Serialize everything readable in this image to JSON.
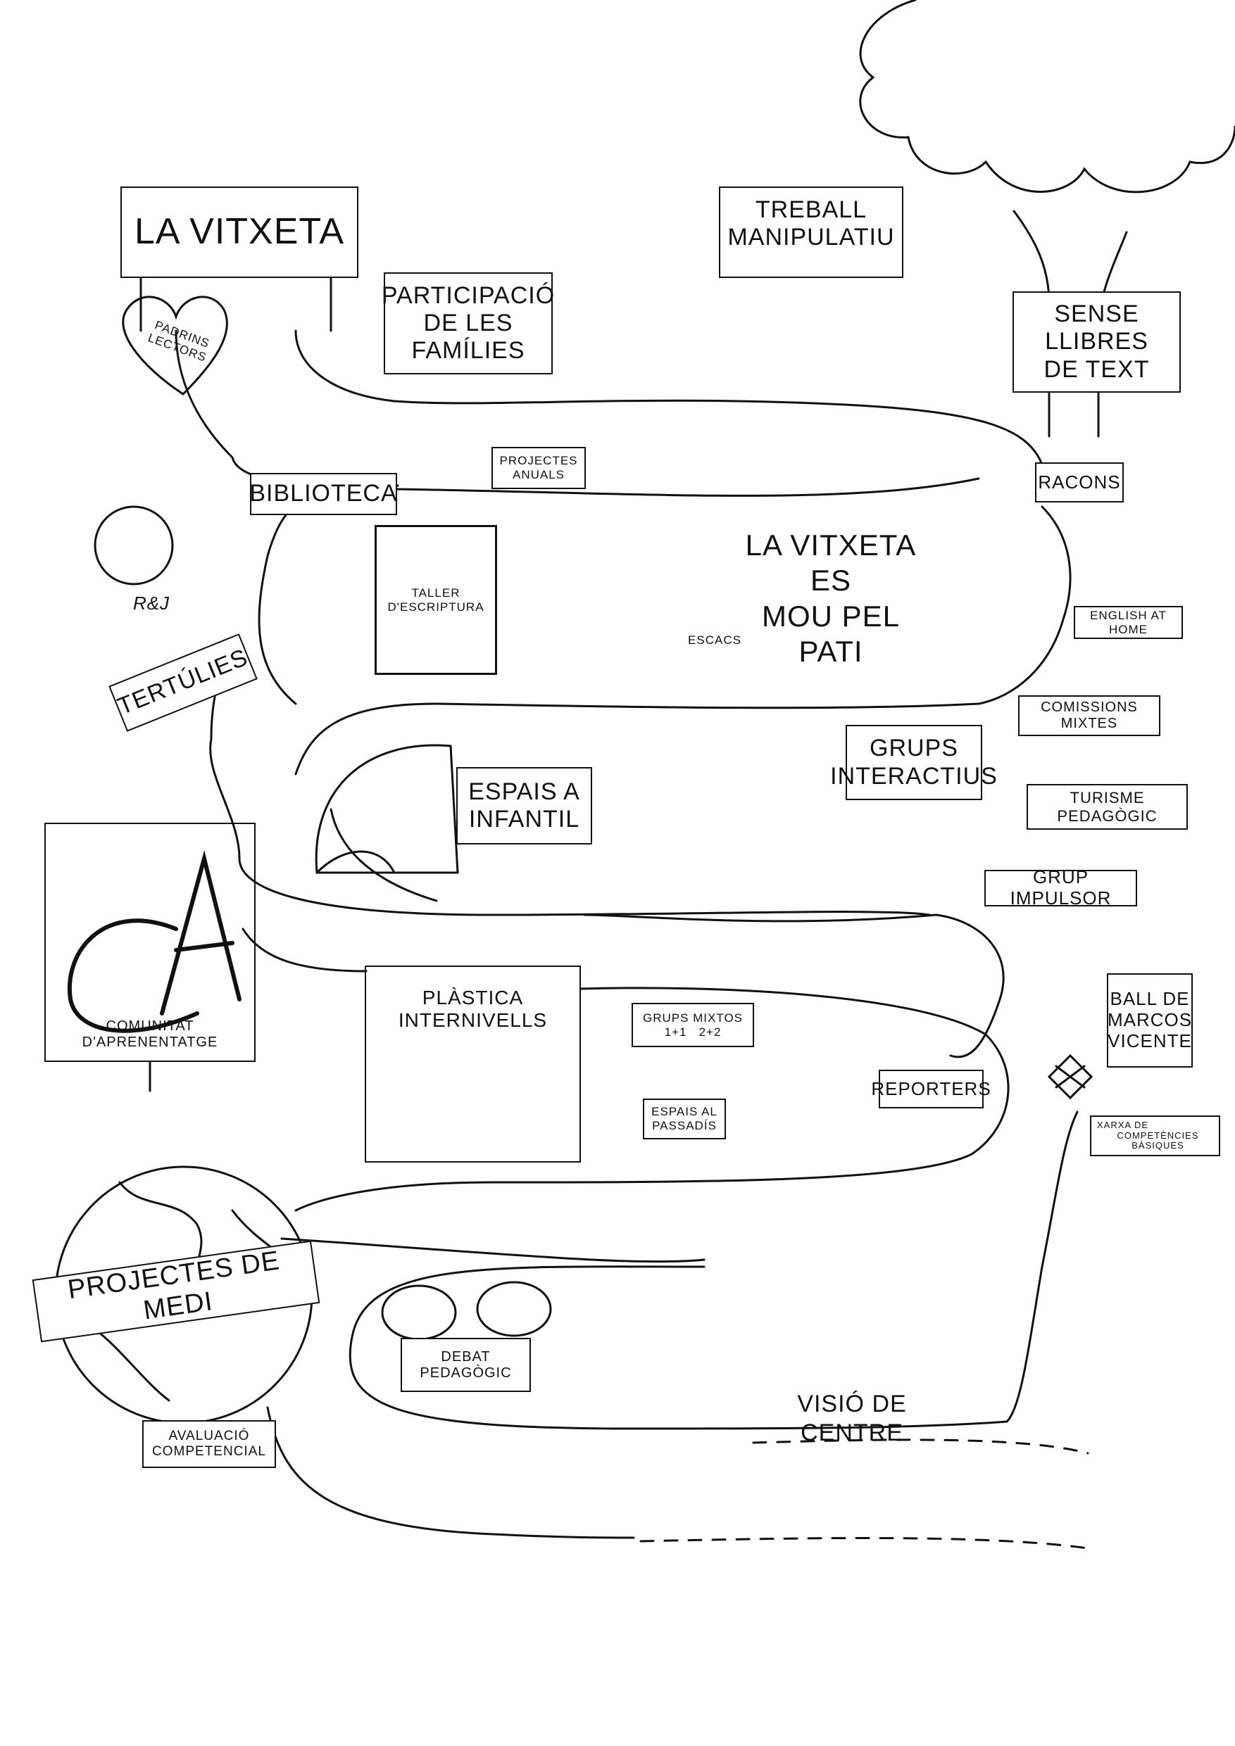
{
  "title": "LA VITXETA",
  "labels": {
    "participacio": [
      "PARTICIPACIÓ",
      "DE LES",
      "FAMÍLIES"
    ],
    "treball": [
      "TREBALL",
      "MANIPULATIU"
    ],
    "sense_llibres": [
      "SENSE LLIBRES",
      "DE TEXT"
    ],
    "padrins": [
      "PADRINS",
      "LECTORS"
    ],
    "biblioteca": "BIBLIOTECA",
    "projectes_anuals": [
      "PROJECTES",
      "ANUALS"
    ],
    "racons": "RACONS",
    "taller": [
      "TALLER",
      "D'ESCRIPTURA"
    ],
    "pati": [
      "LA VITXETA ES",
      "MOU PEL PATI"
    ],
    "escacs": "ESCACS",
    "english": "ENGLISH AT HOME",
    "tertulies": "TERTÚLIES",
    "rj": "R&J",
    "comissions": "COMISSIONS MIXTES",
    "grups_interactius": [
      "GRUPS",
      "INTERACTIUS"
    ],
    "turisme": "TURISME PEDAGÒGIC",
    "espais_infantil": [
      "ESPAIS A",
      "INFANTIL"
    ],
    "grup_impulsor": "GRUP IMPULSOR",
    "comunitat": "COMUNITAT D'APRENENTATGE",
    "comunitat_logo": "CA",
    "plastica": [
      "PLÀSTICA",
      "INTERNIVELLS"
    ],
    "grups_mixtos": [
      "GRUPS MIXTOS",
      "1+1   2+2"
    ],
    "espais_passadis": [
      "ESPAIS AL",
      "PASSADÍS"
    ],
    "reporters": "REPORTERS",
    "ball": [
      "BALL DE",
      "MARCOS",
      "VICENTE"
    ],
    "xarxa": [
      "XARXA DE",
      "COMPETÈNCIES BÀSIQUES"
    ],
    "projectes_medi": "PROJECTES DE MEDI",
    "debat": [
      "DEBAT",
      "PEDAGÒGIC"
    ],
    "visio": "VISIÓ DE CENTRE",
    "avaluacio": [
      "AVALUACIÓ",
      "COMPETENCIAL"
    ]
  },
  "colors": {
    "ink": "#111111",
    "paper": "#ffffff"
  }
}
